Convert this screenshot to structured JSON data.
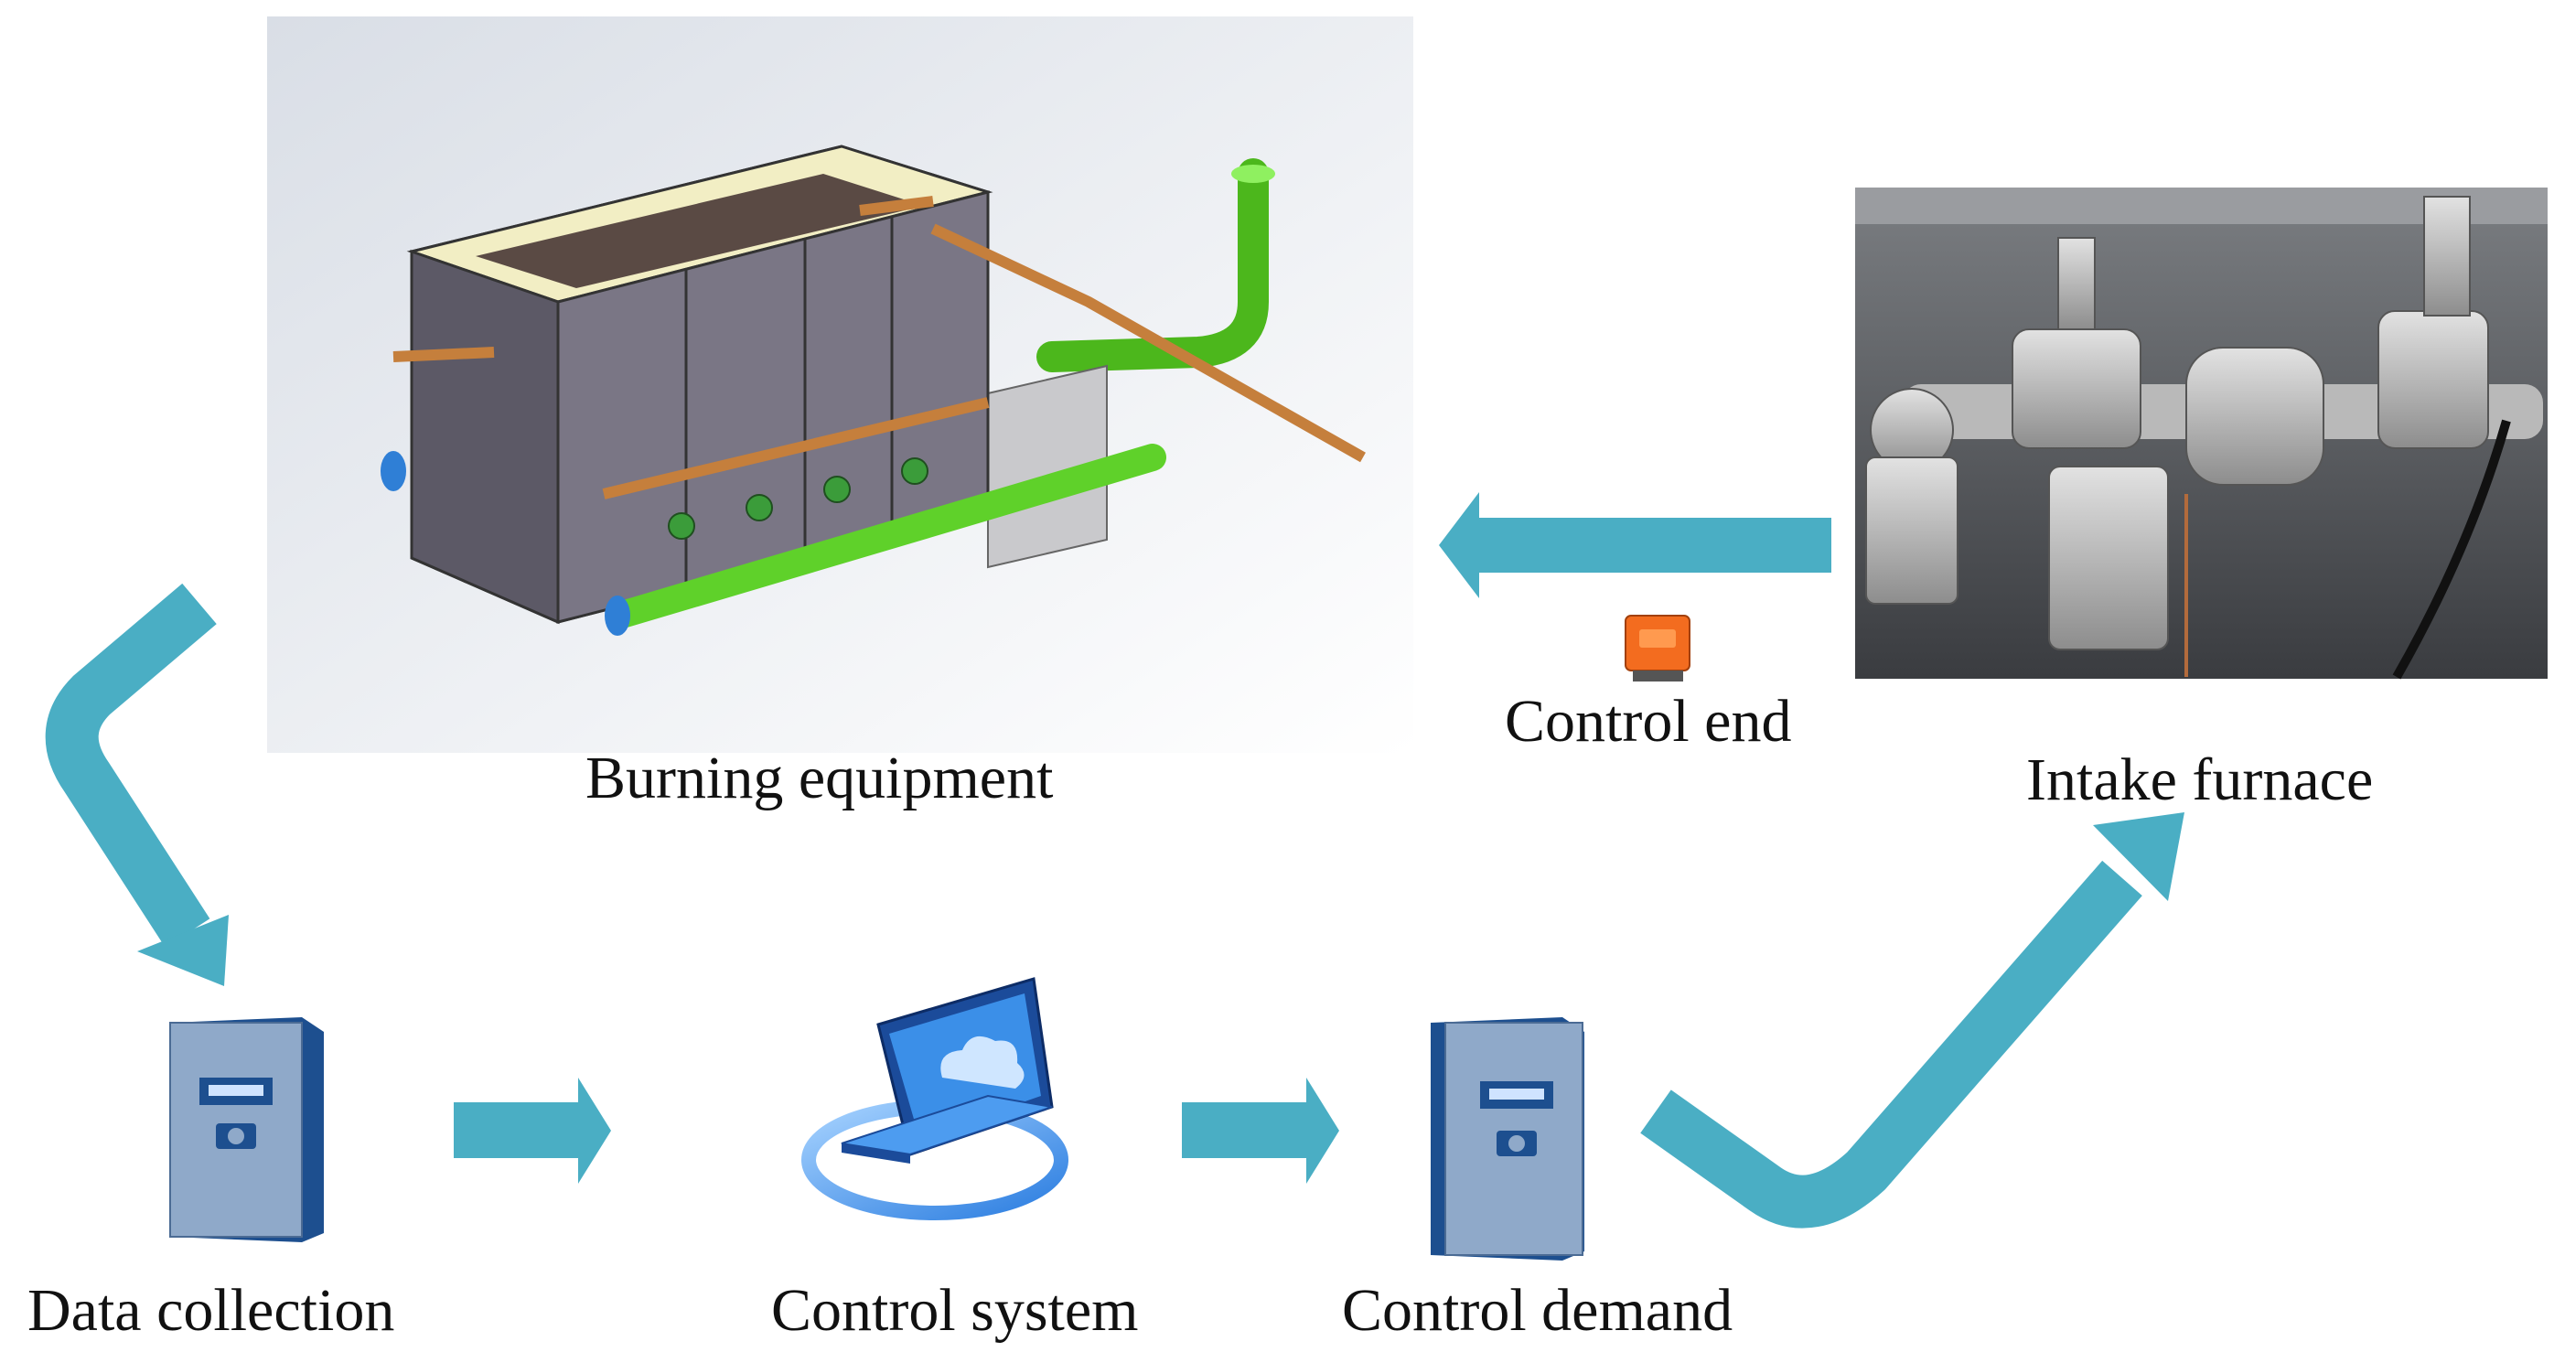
{
  "labels": {
    "burning_equipment": "Burning equipment",
    "control_end": "Control end",
    "intake_furnace": "Intake furnace",
    "data_collection": "Data collection",
    "control_system": "Control system",
    "control_demand": "Control demand"
  },
  "colors": {
    "arrow": "#4aaec4",
    "cabinet_front": "#8fa9c9",
    "cabinet_side": "#1d4f8f",
    "furnace_body": "#5d5a66",
    "green_pipe": "#5fd12a",
    "orange_pipe": "#d6924a",
    "control_box": "#f36c1f"
  },
  "icons": {
    "burner": "burner-furnace-illustration",
    "valves": "gas-valve-photo",
    "actuator": "actuator-icon",
    "cabinet": "server-cabinet-icon",
    "laptop": "laptop-cloud-icon"
  }
}
